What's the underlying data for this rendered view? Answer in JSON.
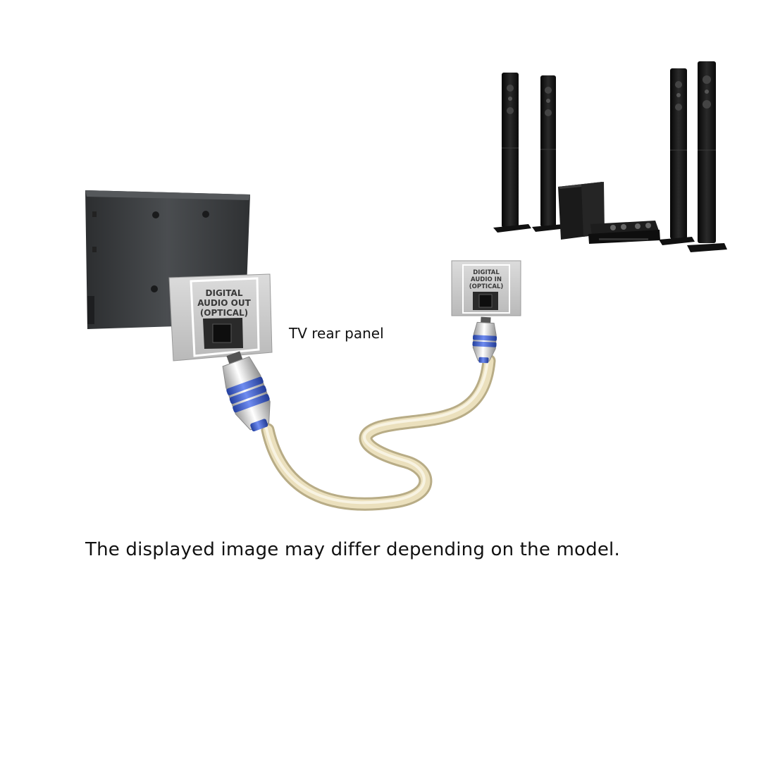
{
  "tv": {
    "port_label_line1": "DIGITAL",
    "port_label_line2": "AUDIO OUT",
    "port_label_line3": "(OPTICAL)",
    "rear_panel_label": "TV rear panel"
  },
  "home_theater": {
    "port_label_line1": "DIGITAL",
    "port_label_line2": "AUDIO IN",
    "port_label_line3": "(OPTICAL)"
  },
  "caption": "The displayed image may differ depending on the model.",
  "colors": {
    "cable": "#e8dcb4",
    "connector_ring": "#3d5fd0",
    "tv_back": "#3e4144",
    "speaker": "#141414"
  },
  "icons": [
    "tv-back-illustration",
    "optical-cable-illustration",
    "home-theater-system-illustration"
  ]
}
